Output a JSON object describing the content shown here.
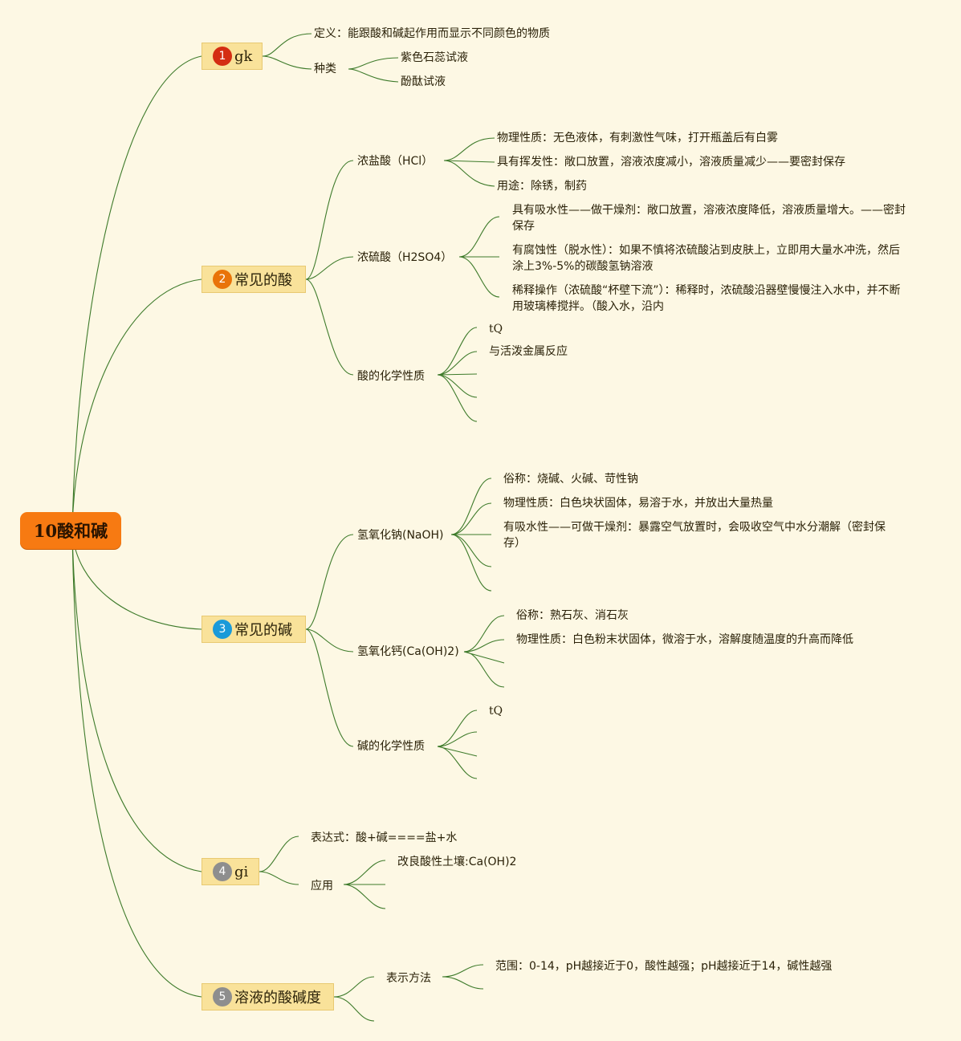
{
  "colors": {
    "background": "#fdf8e4",
    "root": "#f77a12",
    "topic": "#f9e29a",
    "link": "#3d7a2a",
    "badge_1": "#d42d12",
    "badge_2": "#e97309",
    "badge_3": "#1a9ad9",
    "badge_4": "#8e8e8e",
    "badge_5": "#8e8e8e"
  },
  "root": {
    "label": "10酸和碱"
  },
  "topics": {
    "t1": {
      "num": "1",
      "label": "gk",
      "definition": "定义：能跟酸和碱起作用而显示不同颜色的物质",
      "kinds": {
        "label": "种类",
        "items": [
          "紫色石蕊试液",
          "酚酞试液"
        ]
      }
    },
    "t2": {
      "num": "2",
      "label": "常见的酸",
      "hcl": {
        "label": "浓盐酸（HCl）",
        "items": [
          "物理性质：无色液体，有刺激性气味，打开瓶盖后有白雾",
          "具有挥发性：敞口放置，溶液浓度减小，溶液质量减少——要密封保存",
          "用途：除锈，制药"
        ]
      },
      "h2so4": {
        "label": "浓硫酸（H2SO4）",
        "items": [
          "具有吸水性——做干燥剂：敞口放置，溶液浓度降低，溶液质量增大。——密封保存",
          "有腐蚀性（脱水性）：如果不慎将浓硫酸沾到皮肤上，立即用大量水冲洗，然后涂上3%-5%的碳酸氢钠溶液",
          "稀释操作（浓硫酸“杯壁下流”）：稀释时，浓硫酸沿器壁慢慢注入水中，并不断用玻璃棒搅拌。（酸入水，沿内"
        ]
      },
      "chem": {
        "label": "酸的化学性质",
        "items": [
          "tQ",
          "与活泼金属反应"
        ]
      }
    },
    "t3": {
      "num": "3",
      "label": "常见的碱",
      "naoh": {
        "label": "氢氧化钠(NaOH)",
        "items": [
          "俗称：烧碱、火碱、苛性钠",
          "物理性质：白色块状固体，易溶于水，并放出大量热量",
          "有吸水性——可做干燥剂：暴露空气放置时，会吸收空气中水分潮解（密封保存）"
        ]
      },
      "caoh2": {
        "label": "氢氧化钙(Ca(OH)2)",
        "items": [
          "俗称：熟石灰、消石灰",
          "物理性质：白色粉末状固体，微溶于水，溶解度随温度的升高而降低"
        ]
      },
      "chem": {
        "label": "碱的化学性质",
        "items": [
          "tQ"
        ]
      }
    },
    "t4": {
      "num": "4",
      "label": "gi",
      "expression": "表达式：酸+碱====盐+水",
      "application": {
        "label": "应用",
        "items": [
          "改良酸性土壤:Ca(OH)2"
        ]
      }
    },
    "t5": {
      "num": "5",
      "label": "溶液的酸碱度",
      "method": {
        "label": "表示方法",
        "items": [
          "范围：0-14，pH越接近于0，酸性越强；pH越接近于14，碱性越强"
        ]
      }
    }
  }
}
